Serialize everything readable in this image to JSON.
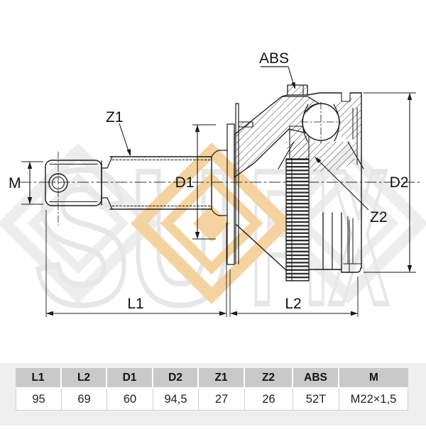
{
  "drawing": {
    "labels": {
      "abs": "ABS",
      "z1": "Z1",
      "z2": "Z2",
      "m": "M",
      "d1": "D1",
      "d2": "D2",
      "l1": "L1",
      "l2": "L2"
    }
  },
  "watermark": {
    "left": "SU",
    "right": "FIX"
  },
  "table": {
    "headers": [
      "L1",
      "L2",
      "D1",
      "D2",
      "Z1",
      "Z2",
      "ABS",
      "M"
    ],
    "values": [
      "95",
      "69",
      "60",
      "94,5",
      "27",
      "26",
      "52T",
      "M22×1,5"
    ]
  },
  "colors": {
    "line": "#1a1a1a",
    "accent_orange": "#f5d3a0",
    "watermark_gray": "#ededed",
    "table_header_bg": "#c9c9c9",
    "panel_bg": "#efefef"
  }
}
